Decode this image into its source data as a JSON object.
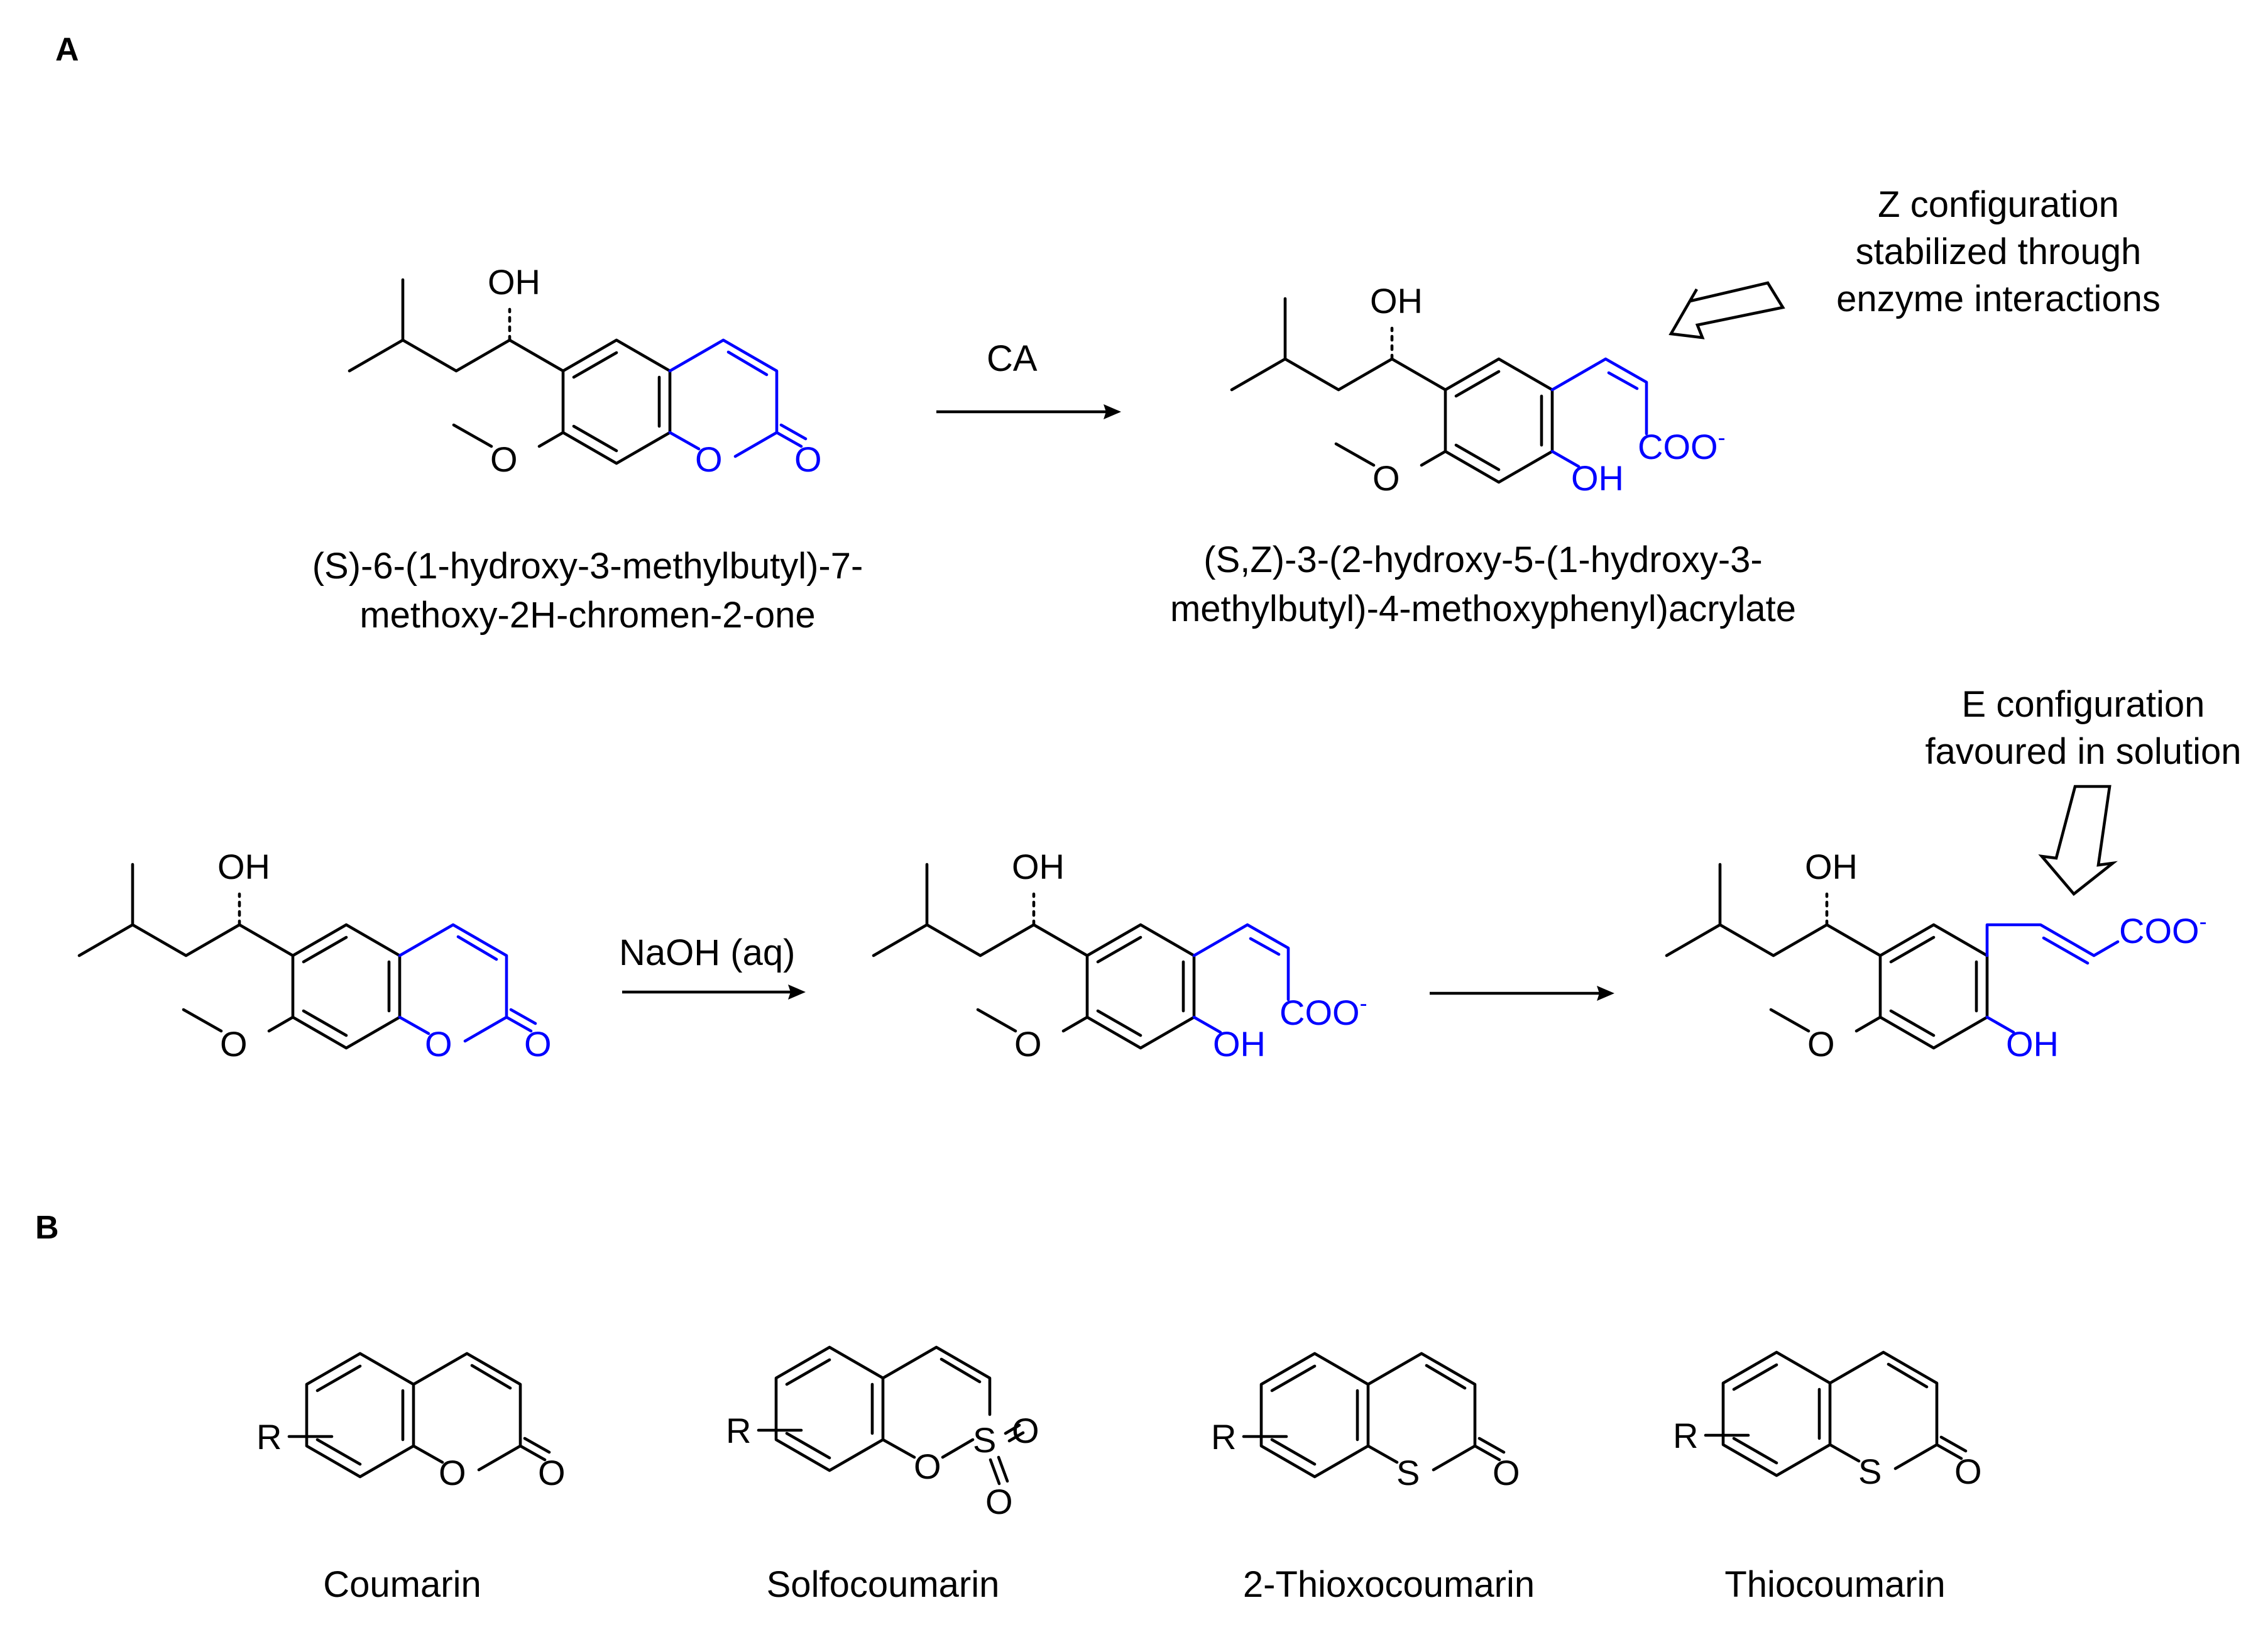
{
  "panels": {
    "a": "A",
    "b": "B"
  },
  "atoms": {
    "oh": "OH",
    "o": "O",
    "s": "S",
    "coo": "COO",
    "charge": "-",
    "r": "R"
  },
  "reagents": {
    "ca": "CA",
    "naoh": "NaOH (aq)"
  },
  "compounds": {
    "substrate_line1": "(S)-6-(1-hydroxy-3-methylbutyl)-7-",
    "substrate_line2": "methoxy-2H-chromen-2-one",
    "product_line1": "(S,Z)-3-(2-hydroxy-5-(1-hydroxy-3-",
    "product_line2": "methylbutyl)-4-methoxyphenyl)acrylate"
  },
  "annotations": {
    "z_line1": "Z configuration",
    "z_line2": "stabilized through",
    "z_line3": "enzyme interactions",
    "e_line1": "E configuration",
    "e_line2": "favoured in solution"
  },
  "scaffolds": [
    "Coumarin",
    "Solfocoumarin",
    "2-Thioxocoumarin",
    "Thiocoumarin"
  ],
  "colors": {
    "bonds": "#000000",
    "highlight": "#0000ff"
  }
}
